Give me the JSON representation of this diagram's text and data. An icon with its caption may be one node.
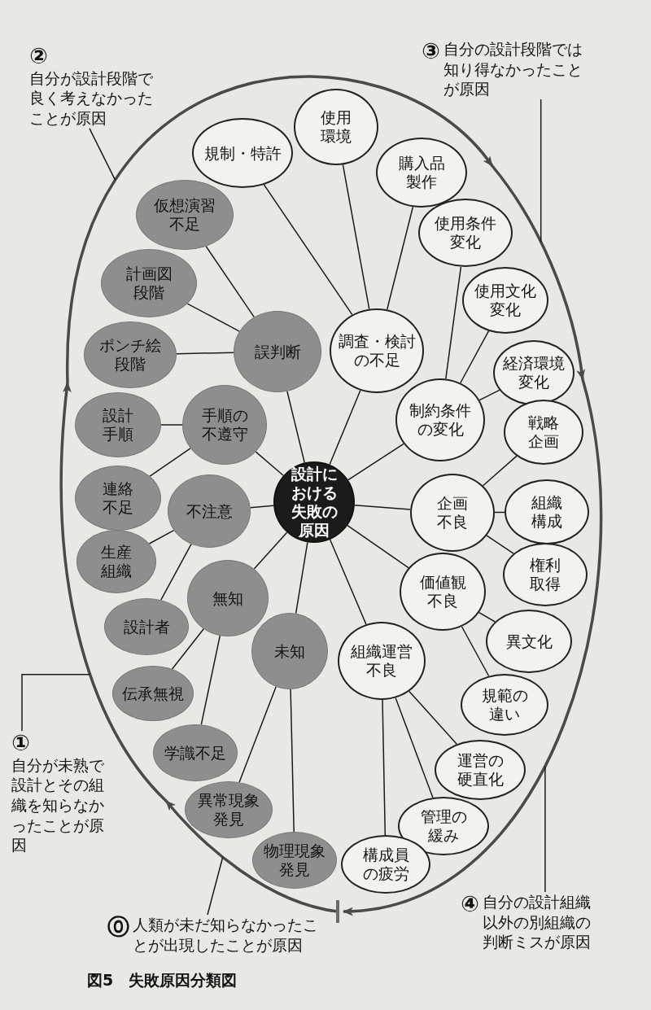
{
  "diagram": {
    "caption": "図5　失敗原因分類図",
    "nodes": [
      {
        "text": [
          "設計における失敗の原因"
        ]
      },
      {
        "text": [
          "誤判断"
        ]
      },
      {
        "text": [
          "手順の不遵守"
        ]
      },
      {
        "text": [
          "不注意"
        ]
      },
      {
        "text": [
          "無知"
        ]
      },
      {
        "text": [
          "未知"
        ]
      },
      {
        "text": [
          "仮想演習不足"
        ]
      },
      {
        "text": [
          "計画図段階"
        ]
      },
      {
        "text": [
          "ポンチ絵段階"
        ]
      },
      {
        "text": [
          "設計手順"
        ]
      },
      {
        "text": [
          "連絡不足"
        ]
      },
      {
        "text": [
          "生産組織"
        ]
      },
      {
        "text": [
          "設計者"
        ]
      },
      {
        "text": [
          "伝承無視"
        ]
      },
      {
        "text": [
          "学識不足"
        ]
      },
      {
        "text": [
          "異常現象発見"
        ]
      },
      {
        "text": [
          "物理現象発見"
        ]
      },
      {
        "text": [
          "調査・検討の不足"
        ]
      },
      {
        "text": [
          "制約条件の変化"
        ]
      },
      {
        "text": [
          "企画不良"
        ]
      },
      {
        "text": [
          "価値観不良"
        ]
      },
      {
        "text": [
          "組織運営不良"
        ]
      },
      {
        "text": [
          "規制・特許"
        ]
      },
      {
        "text": [
          "使用環境"
        ]
      },
      {
        "text": [
          "購入品製作"
        ]
      },
      {
        "text": [
          "使用条件変化"
        ]
      },
      {
        "text": [
          "使用文化変化"
        ]
      },
      {
        "text": [
          "経済環境変化"
        ]
      },
      {
        "text": [
          "戦略企画"
        ]
      },
      {
        "text": [
          "組織構成"
        ]
      },
      {
        "text": [
          "権利取得"
        ]
      },
      {
        "text": [
          "異文化"
        ]
      },
      {
        "text": [
          "規範の違い"
        ]
      },
      {
        "text": [
          "運営の硬直化"
        ]
      },
      {
        "text": [
          "管理の緩み"
        ]
      },
      {
        "text": [
          "構成員の疲労"
        ]
      },
      {
        "text": [
          "②",
          "自分が設計段階で良く考えなかったことが原因"
        ]
      },
      {
        "text": [
          "③",
          "自分の設計段階では知り得なかったことが原因"
        ]
      },
      {
        "text": [
          "①",
          "自分が未熟で設計とその組織を知らなかったことが原因"
        ]
      },
      {
        "text": [
          "⓪",
          "人類が未だ知らなかったことが出現したことが原因"
        ]
      },
      {
        "text": [
          "④",
          "自分の設計組織以外の別組織の判断ミスが原因"
        ]
      }
    ],
    "edges": [
      {
        "from": 0,
        "to": 1,
        "arrow": "none"
      },
      {
        "from": 0,
        "to": 2,
        "arrow": "none"
      },
      {
        "from": 0,
        "to": 3,
        "arrow": "none"
      },
      {
        "from": 0,
        "to": 4,
        "arrow": "none"
      },
      {
        "from": 0,
        "to": 5,
        "arrow": "none"
      },
      {
        "from": 0,
        "to": 17,
        "arrow": "none"
      },
      {
        "from": 0,
        "to": 18,
        "arrow": "none"
      },
      {
        "from": 0,
        "to": 19,
        "arrow": "none"
      },
      {
        "from": 0,
        "to": 20,
        "arrow": "none"
      },
      {
        "from": 0,
        "to": 21,
        "arrow": "none"
      },
      {
        "from": 1,
        "to": 6,
        "arrow": "none"
      },
      {
        "from": 1,
        "to": 7,
        "arrow": "none"
      },
      {
        "from": 1,
        "to": 8,
        "arrow": "none"
      },
      {
        "from": 2,
        "to": 9,
        "arrow": "none"
      },
      {
        "from": 2,
        "to": 10,
        "arrow": "none"
      },
      {
        "from": 3,
        "to": 11,
        "arrow": "none"
      },
      {
        "from": 3,
        "to": 12,
        "arrow": "none"
      },
      {
        "from": 4,
        "to": 13,
        "arrow": "none"
      },
      {
        "from": 4,
        "to": 14,
        "arrow": "none"
      },
      {
        "from": 5,
        "to": 15,
        "arrow": "none"
      },
      {
        "from": 5,
        "to": 16,
        "arrow": "none"
      },
      {
        "from": 17,
        "to": 22,
        "arrow": "none"
      },
      {
        "from": 17,
        "to": 23,
        "arrow": "none"
      },
      {
        "from": 17,
        "to": 24,
        "arrow": "none"
      },
      {
        "from": 18,
        "to": 25,
        "arrow": "none"
      },
      {
        "from": 18,
        "to": 26,
        "arrow": "none"
      },
      {
        "from": 18,
        "to": 27,
        "arrow": "none"
      },
      {
        "from": 19,
        "to": 28,
        "arrow": "none"
      },
      {
        "from": 19,
        "to": 29,
        "arrow": "none"
      },
      {
        "from": 19,
        "to": 30,
        "arrow": "none"
      },
      {
        "from": 20,
        "to": 31,
        "arrow": "none"
      },
      {
        "from": 20,
        "to": 32,
        "arrow": "none"
      },
      {
        "from": 21,
        "to": 33,
        "arrow": "none"
      },
      {
        "from": 21,
        "to": 34,
        "arrow": "none"
      },
      {
        "from": 21,
        "to": 35,
        "arrow": "none"
      },
      {
        "from": 36,
        "to": null,
        "arrow": "none"
      },
      {
        "from": 37,
        "to": null,
        "arrow": "none"
      },
      {
        "from": 38,
        "to": null,
        "arrow": "none"
      },
      {
        "from": 39,
        "to": null,
        "arrow": "none"
      },
      {
        "from": 40,
        "to": null,
        "arrow": "none"
      }
    ]
  }
}
